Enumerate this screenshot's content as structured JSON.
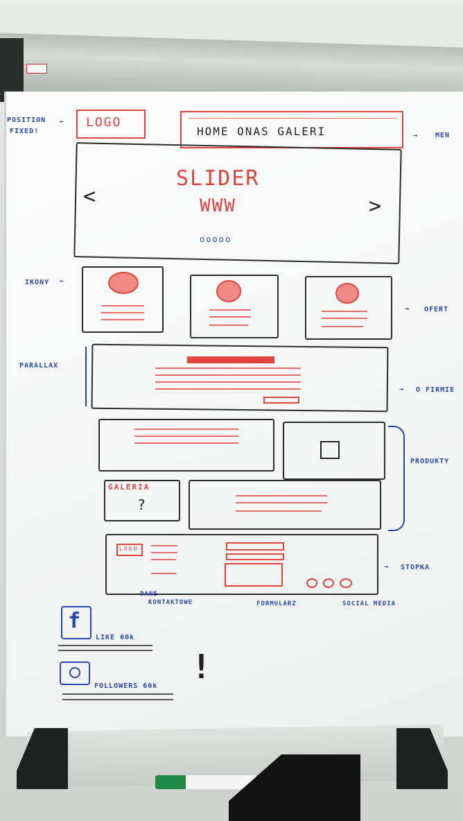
{
  "whiteboard": {
    "header": {
      "logo": "LOGO",
      "menu": "HOME ONAS GALERI",
      "menu_note": "MEN",
      "position_note_1": "POSITION",
      "position_note_2": "FIXED!"
    },
    "slider": {
      "title": "SLIDER",
      "subtitle": "WWW",
      "prev": "<",
      "next": ">",
      "dots": "ooooo"
    },
    "icons_note": "IKONY",
    "offer_note": "OFERT",
    "parallax_note": "PARALLAX",
    "about_note": "O FIRMIE",
    "products_note": "PRODUKTY",
    "gallery": {
      "label": "GALERIA",
      "placeholder": "?"
    },
    "footer": {
      "logo": "LOGO",
      "note": "STOPKA",
      "contact_note_1": "DANE",
      "contact_note_2": "KONTAKTOWE",
      "form_note": "FORMULARZ",
      "social_note": "SOCIAL MEDIA"
    },
    "social": {
      "facebook_icon": "f",
      "like": "LIKE 60k",
      "followers": "FOLLOWERS 60k"
    },
    "exclamation": "!",
    "colors": {
      "red_marker": "#e0443f",
      "blue_marker": "#2349b0",
      "black_marker": "#222222"
    }
  }
}
